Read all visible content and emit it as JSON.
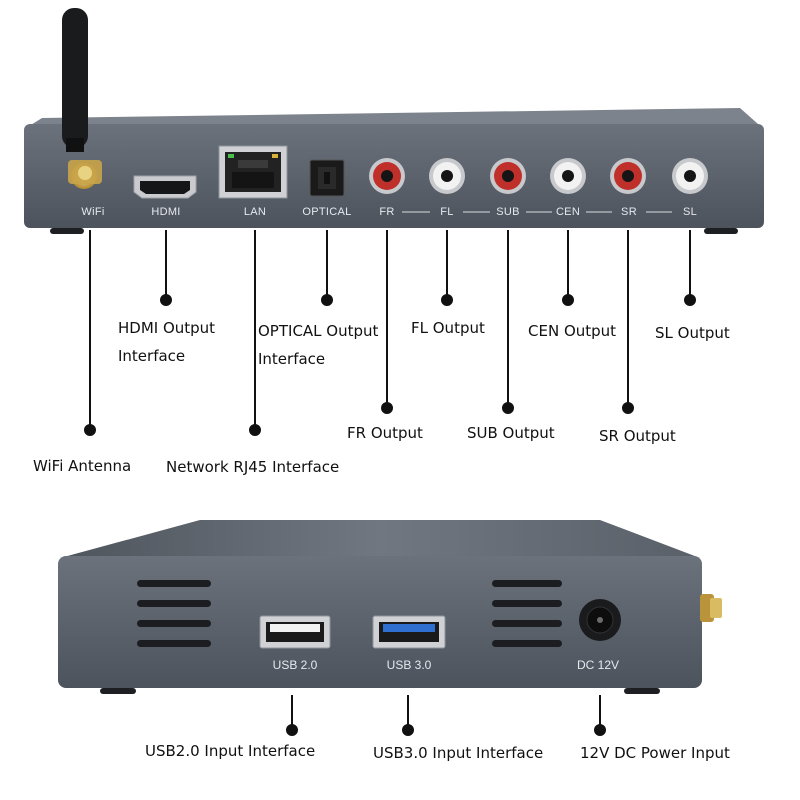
{
  "rear_panel": {
    "port_labels": [
      "WiFi",
      "HDMI",
      "LAN",
      "OPTICAL",
      "FR",
      "FL",
      "SUB",
      "CEN",
      "SR",
      "SL"
    ]
  },
  "front_panel": {
    "port_labels": [
      "USB 2.0",
      "USB 3.0",
      "DC 12V"
    ]
  },
  "callouts": {
    "wifi": "WiFi Antenna",
    "hdmi_line1": "HDMI Output",
    "hdmi_line2": "Interface",
    "lan": "Network RJ45 Interface",
    "optical_line1": "OPTICAL Output",
    "optical_line2": "Interface",
    "fr": "FR Output",
    "fl": "FL Output",
    "sub": "SUB Output",
    "cen": "CEN Output",
    "sr": "SR Output",
    "sl": "SL Output",
    "usb2": "USB2.0 Input Interface",
    "usb3": "USB3.0 Input Interface",
    "dc": "12V DC Power Input"
  },
  "colors": {
    "chassis": "#565d67",
    "chassis_top": "#6a717b",
    "rca_red": "#c0302a",
    "rca_white": "#f2f2f2",
    "usb3_blue": "#2f6fd0"
  }
}
